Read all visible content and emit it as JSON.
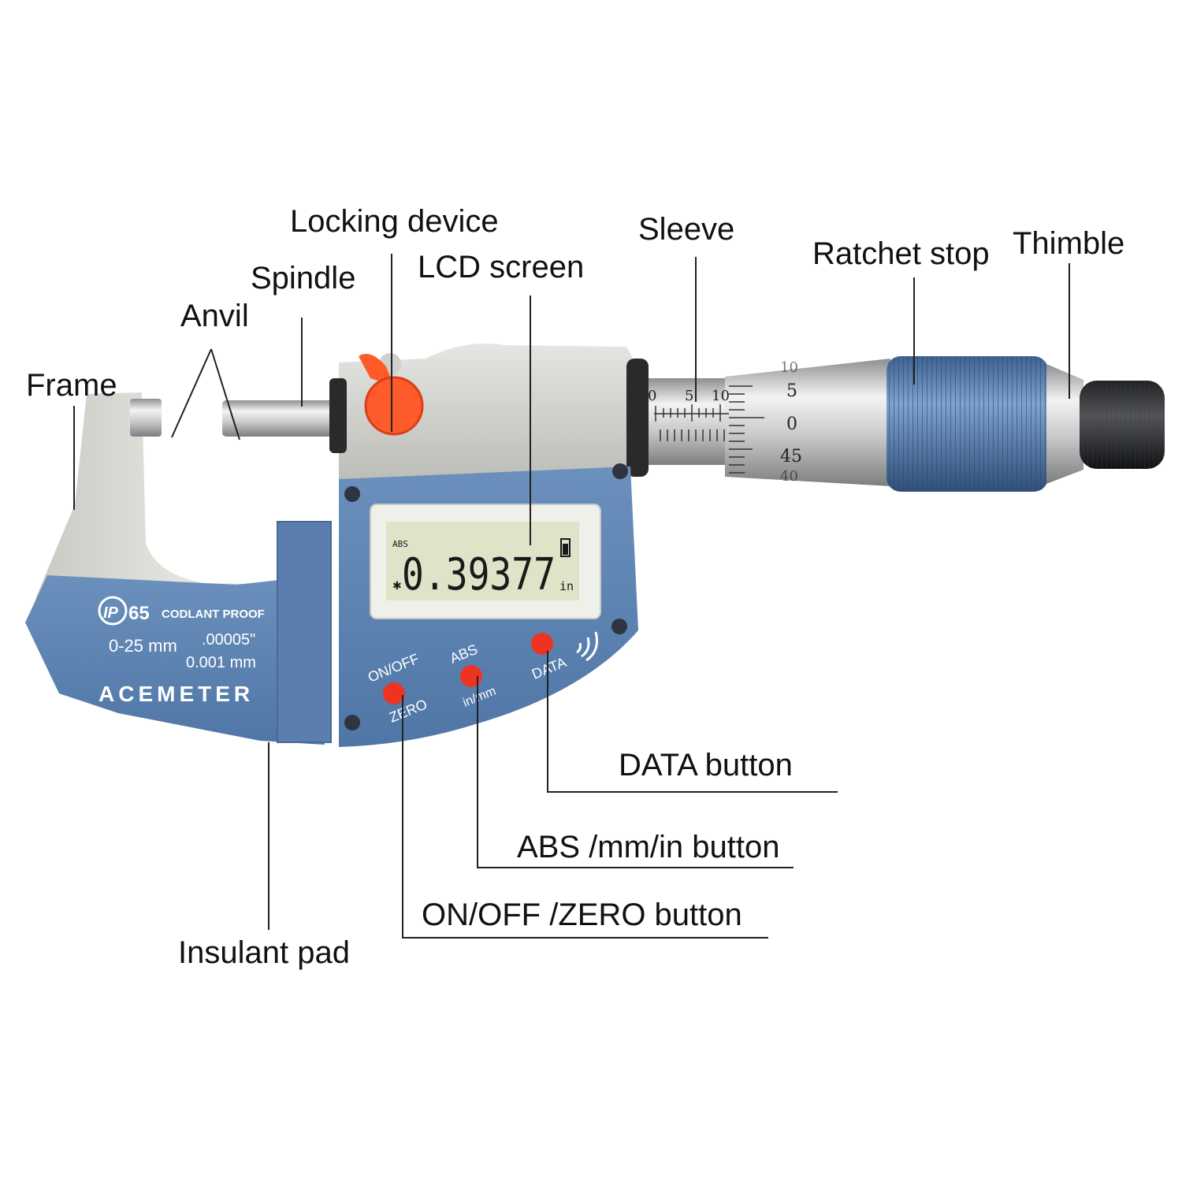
{
  "callouts": {
    "locking_device": "Locking device",
    "sleeve": "Sleeve",
    "lcd_screen": "LCD screen",
    "spindle": "Spindle",
    "ratchet_stop": "Ratchet stop",
    "thimble": "Thimble",
    "anvil": "Anvil",
    "frame": "Frame",
    "data_button": "DATA button",
    "abs_button": "ABS /mm/in button",
    "onoff_button": "ON/OFF /ZERO button",
    "insulant_pad": "Insulant pad"
  },
  "frame_print": {
    "ip_badge": "IP",
    "ip_rating": "65",
    "coolant": "CODLANT PROOF",
    "range": "0-25 mm",
    "resolution_in": ".00005\"",
    "resolution_mm": "0.001 mm",
    "brand": "ACEMETER"
  },
  "lcd": {
    "mode": "ABS",
    "reading": "0.39377",
    "unit": "in"
  },
  "buttons": {
    "onoff": "ON/OFF",
    "zero": "ZERO",
    "abs": "ABS",
    "inmm": "in/mm",
    "data": "DATA"
  },
  "sleeve_scale": [
    "0",
    "5",
    "10"
  ],
  "thimble_scale": [
    "10",
    "5",
    "0",
    "45",
    "40"
  ],
  "colors": {
    "body_blue": "#5b82b0",
    "frame_gray": "#d9d9d4",
    "button_red": "#ee3322",
    "lock_orange": "#ff5a2a",
    "lcd_green": "#dfe3c8"
  }
}
